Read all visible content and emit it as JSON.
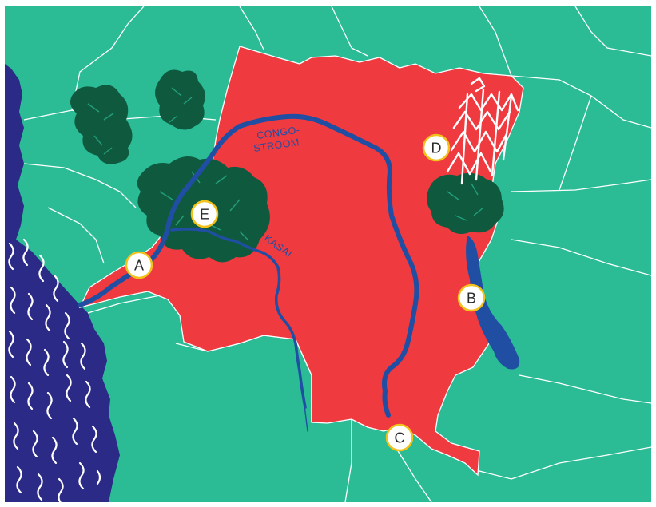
{
  "map": {
    "colors": {
      "land": "#2bbc96",
      "country": "#ef3a40",
      "ocean": "#2b2a86",
      "water": "#1f4ea3",
      "forest": "#0f5a3e",
      "border": "#ffffff",
      "marker_fill": "#ffffff",
      "marker_ring": "#f2c21b",
      "marker_text": "#2a2a2a",
      "label_text": "#1f4ea3"
    },
    "river_labels": {
      "congo_line1": "CONGO-",
      "congo_line2": "STROOM",
      "kasai": "KASAI"
    },
    "markers": [
      {
        "id": "A",
        "label": "A"
      },
      {
        "id": "B",
        "label": "B"
      },
      {
        "id": "C",
        "label": "C"
      },
      {
        "id": "D",
        "label": "D"
      },
      {
        "id": "E",
        "label": "E"
      }
    ],
    "icons": {
      "ocean_waves": "wave-pattern",
      "forest": "palm-forest",
      "mountains": "zigzag-mountains"
    }
  }
}
